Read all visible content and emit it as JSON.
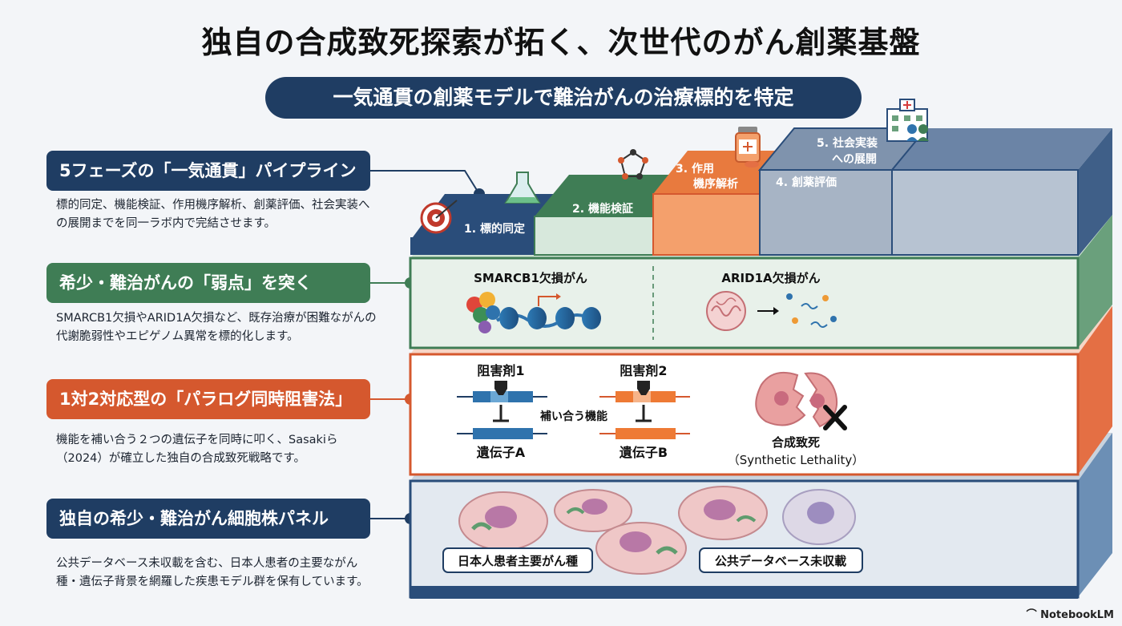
{
  "title": "独自の合成致死探索が拓く、次世代のがん創薬基盤",
  "subtitle": "一気通貫の創薬モデルで難治がんの治療標的を特定",
  "sections": [
    {
      "heading": "5フェーズの「一気通貫」パイプライン",
      "desc": "標的同定、機能検証、作用機序解析、創薬評価、社会実装への展開までを同一ラボ内で完結させます。"
    },
    {
      "heading": "希少・難治がんの「弱点」を突く",
      "desc": "SMARCB1欠損やARID1A欠損など、既存治療が困難ながんの代謝脆弱性やエピゲノム異常を標的化します。"
    },
    {
      "heading": "1対2対応型の「パラログ同時阻害法」",
      "desc": "機能を補い合う２つの遺伝子を同時に叩く、Sasakiら（2024）が確立した独自の合成致死戦略です。"
    },
    {
      "heading": "独自の希少・難治がん細胞株パネル",
      "desc": "公共データベース未収載を含む、日本人患者の主要ながん種・遺伝子背景を網羅した疾患モデル群を保有しています。"
    }
  ],
  "phases": {
    "p1": "1. 標的同定",
    "p2": "2. 機能検証",
    "p3_line1": "3. 作用",
    "p3_line2": "機序解析",
    "p4": "4. 創薬評価",
    "p5_line1": "5. 社会実装",
    "p5_line2": "への展開"
  },
  "layer2": {
    "left": "SMARCB1欠損がん",
    "right": "ARID1A欠損がん"
  },
  "layer3": {
    "inhibitor1": "阻害剤1",
    "inhibitor2": "阻害剤2",
    "complement": "補い合う機能",
    "geneA": "遺伝子A",
    "geneB": "遺伝子B",
    "sl_line1": "合成致死",
    "sl_line2": "（Synthetic Lethality）"
  },
  "layer4": {
    "left_tag": "日本人患者主要がん種",
    "right_tag": "公共データベース未収載"
  },
  "brand": "NotebookLM",
  "colors": {
    "navy": "#1f3d63",
    "green": "#3f7d55",
    "orange": "#d5582e",
    "blue": "#2f73ad"
  }
}
